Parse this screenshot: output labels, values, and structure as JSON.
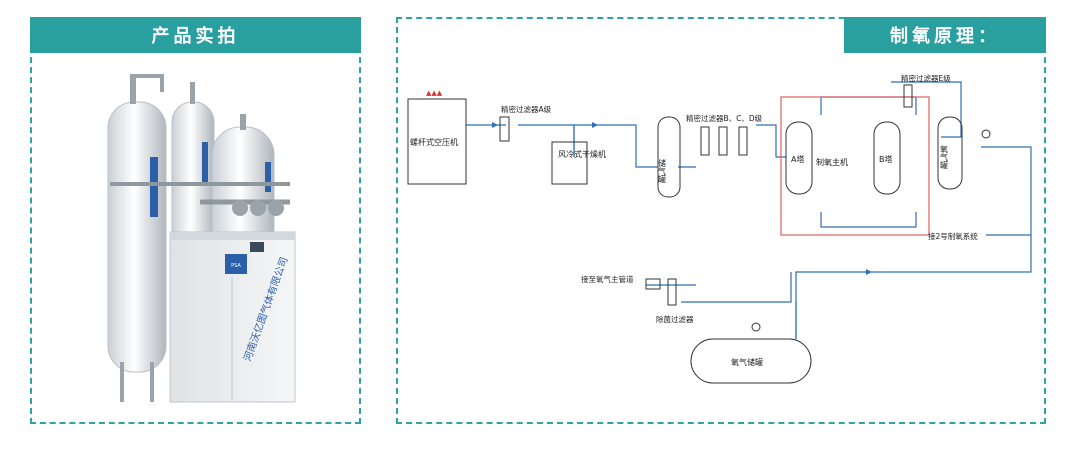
{
  "left": {
    "title": "产品实拍",
    "nameplate": "河南沃亿图气体有限公司",
    "label_small": "PSA"
  },
  "right": {
    "title": "制氧原理：",
    "labels": {
      "compressor": "螺杆式空压机",
      "filter_a": "精密过滤器A级",
      "dryer": "风冷式干燥机",
      "air_tank": "储气罐",
      "filter_bcd": "精密过滤器B、C、D级",
      "tower_a": "A塔",
      "main_unit": "制氧主机",
      "tower_b": "B塔",
      "filter_e": "精密过滤器E级",
      "oxygen_tank": "氧气罐",
      "to_system2": "接2号制氧系统",
      "to_main_pipe": "接至氧气主管道",
      "sterile_filter": "除菌过滤器",
      "storage_tank": "氧气储罐"
    }
  },
  "colors": {
    "accent": "#2a9fa0",
    "pipe": "#2f6fb5",
    "frame": "#e06060",
    "equipment": "#333333"
  }
}
